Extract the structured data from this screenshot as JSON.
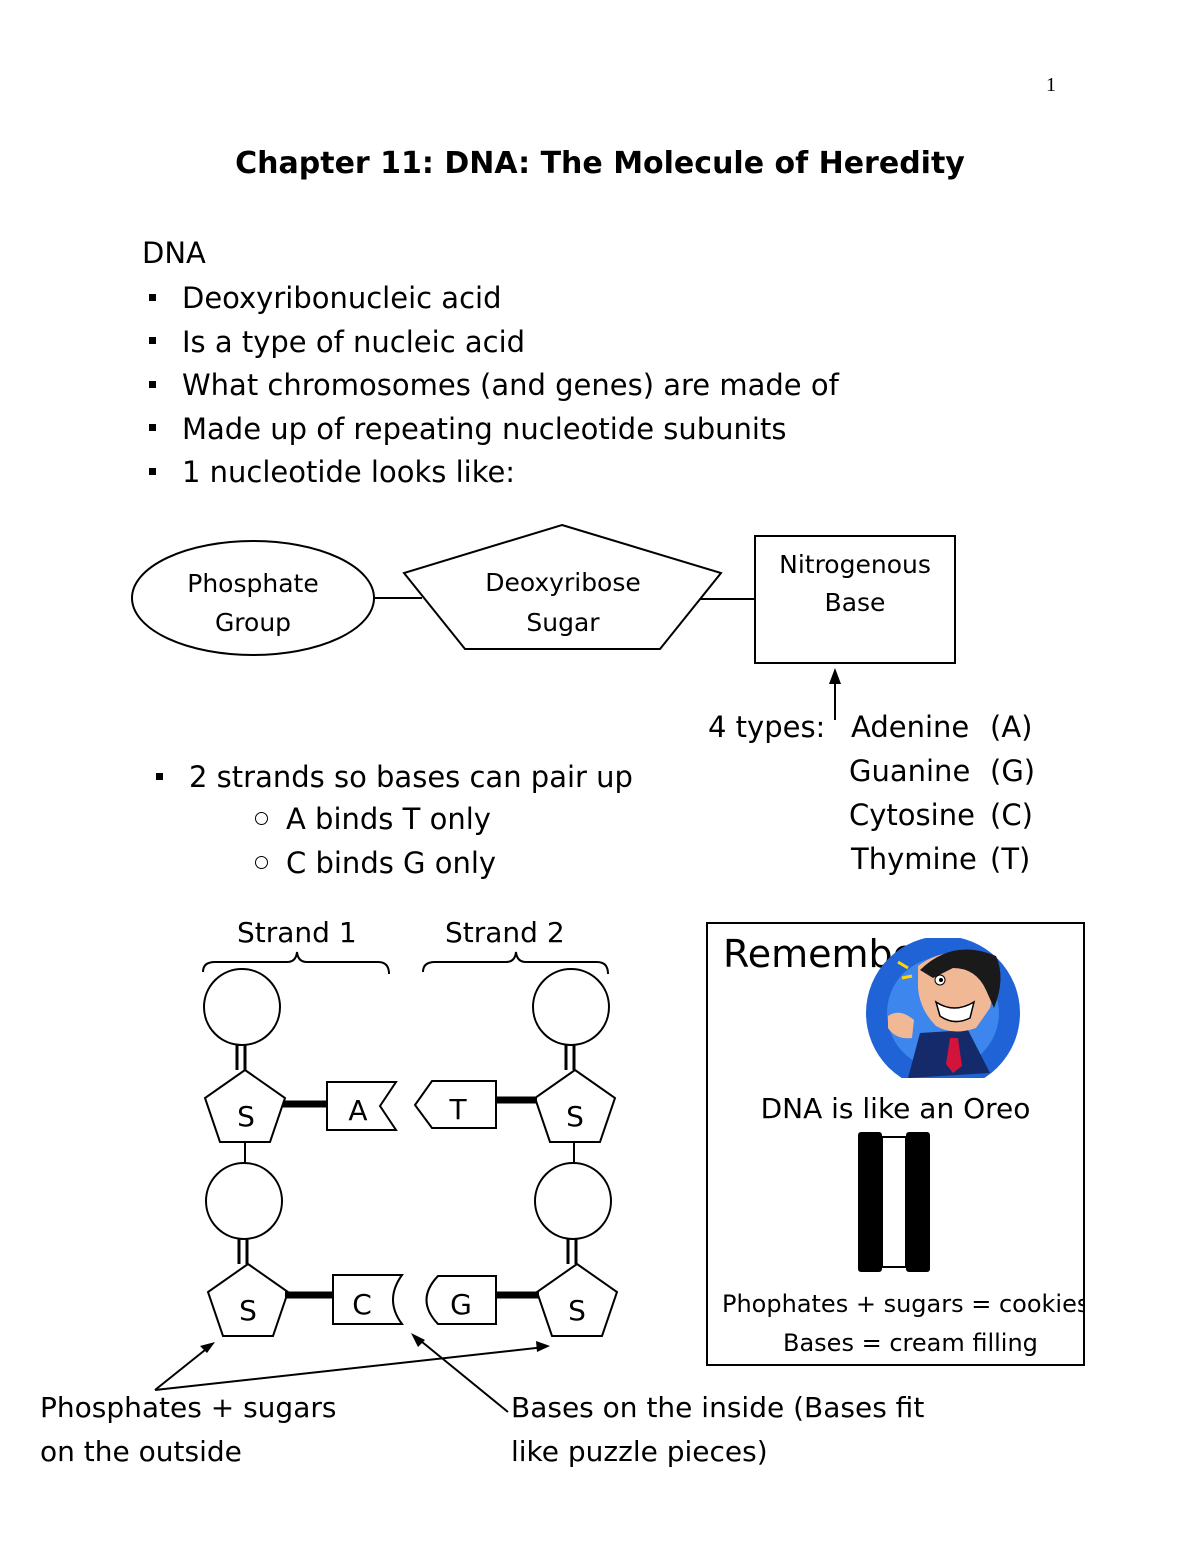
{
  "page_number": "1",
  "title": "Chapter 11:  DNA:  The Molecule of Heredity",
  "heading": "DNA",
  "bullets": [
    "Deoxyribonucleic acid",
    "Is a type of nucleic acid",
    "What chromosomes (and genes) are made of",
    "Made up of repeating nucleotide subunits",
    "1 nucleotide looks like:"
  ],
  "nucleotide_diagram": {
    "phosphate_line1": "Phosphate",
    "phosphate_line2": "Group",
    "sugar_line1": "Deoxyribose",
    "sugar_line2": "Sugar",
    "base_line1": "Nitrogenous",
    "base_line2": "Base"
  },
  "base_types": {
    "label": "4 types:",
    "types": [
      {
        "name": "Adenine",
        "abbr": "(A)"
      },
      {
        "name": "Guanine",
        "abbr": "(G)"
      },
      {
        "name": "Cytosine",
        "abbr": "(C)"
      },
      {
        "name": "Thymine",
        "abbr": "(T)"
      }
    ]
  },
  "pairing": {
    "bullet": "2 strands so bases can pair up",
    "rules": [
      "A binds T only",
      "C binds G only"
    ]
  },
  "strand_diagram": {
    "strand1_label": "Strand 1",
    "strand2_label": "Strand 2",
    "sugar_letter": "S",
    "bases_top": [
      "A",
      "T"
    ],
    "bases_bottom": [
      "C",
      "G"
    ]
  },
  "captions": {
    "outside_line1": "Phosphates + sugars",
    "outside_line2": "on the outside",
    "inside_line1": "Bases on the inside (Bases fit",
    "inside_line2": "like puzzle pieces)"
  },
  "remember": {
    "title": "Remember",
    "oreo_caption": "DNA is like an Oreo",
    "line1": "Phophates + sugars = cookies",
    "line2": "Bases = cream filling"
  }
}
